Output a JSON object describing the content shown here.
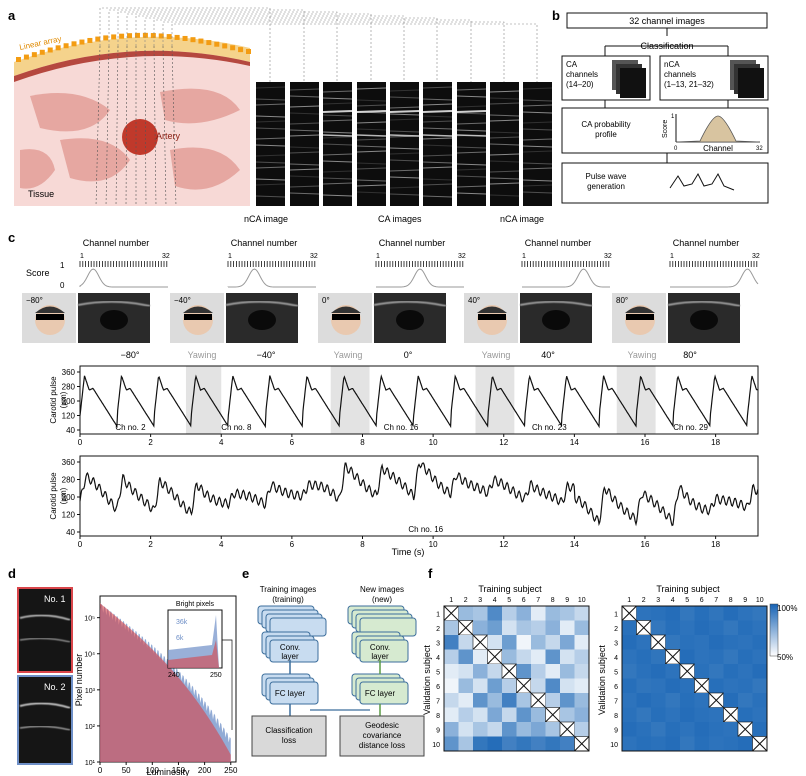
{
  "panel_letters": {
    "a": "a",
    "b": "b",
    "c": "c",
    "d": "d",
    "e": "e",
    "f": "f"
  },
  "panel_a": {
    "linear_array": "Linear array",
    "artery": "Artery",
    "tissue": "Tissue",
    "nca_left": "nCA image",
    "ca_images": "CA images",
    "nca_right": "nCA image"
  },
  "panel_b": {
    "top_box": "32 channel images",
    "classification": "Classification",
    "ca_channels": [
      "CA",
      "channels",
      "(14–20)"
    ],
    "nca_channels": [
      "nCA",
      "channels",
      "(1–13, 21–32)"
    ],
    "ca_prob": [
      "CA probability",
      "profile"
    ],
    "score_label": "Score",
    "ticks": {
      "x0": "0",
      "x1": "32",
      "y1": "1",
      "y0": "0"
    },
    "channel_label": "Channel",
    "pulse": [
      "Pulse wave",
      "generation"
    ]
  },
  "panel_c": {
    "channel_number": "Channel number",
    "ch_start": "1",
    "ch_end": "32",
    "score": "Score",
    "score_1": "1",
    "score_0": "0",
    "angles": [
      "−80°",
      "−40°",
      "0°",
      "40°",
      "80°"
    ],
    "yawing": "Yawing",
    "ylabel1": [
      "Carotid pulse",
      "(μm)"
    ],
    "ylabel2": [
      "Carotid pulse",
      "(μm)"
    ],
    "yticks1": [
      "360",
      "280",
      "200",
      "120",
      "40"
    ],
    "yticks2": [
      "360",
      "280",
      "200",
      "120",
      "40"
    ],
    "xticks": [
      "0",
      "2",
      "4",
      "6",
      "8",
      "10",
      "12",
      "14",
      "16",
      "18"
    ],
    "xlabel": "Time (s)",
    "ch_labels": [
      "Ch no. 2",
      "Ch no. 8",
      "Ch no. 16",
      "Ch no. 23",
      "Ch no. 29"
    ],
    "ch_label_single": "Ch no. 16"
  },
  "panel_d": {
    "no1": "No. 1",
    "no2": "No. 2",
    "ylabel": "Pixel number",
    "xlabel": "Luminosity",
    "xticks": [
      "0",
      "50",
      "100",
      "150",
      "200",
      "250"
    ],
    "yticks": [
      "10⁵",
      "10⁴",
      "10³",
      "10²",
      "10¹"
    ],
    "inset_title": "Bright pixels",
    "inset_a": "36k",
    "inset_b": "6k",
    "inset_x": [
      "240",
      "250"
    ]
  },
  "panel_e": {
    "train_title": [
      "Training images",
      "(training)"
    ],
    "new_title": [
      "New images",
      "(new)"
    ],
    "conv": [
      "Conv.",
      "layer"
    ],
    "fc": "FC layer",
    "cls_loss": [
      "Classification",
      "loss"
    ],
    "geo_loss": [
      "Geodesic",
      "covariance",
      "distance loss"
    ]
  },
  "panel_f": {
    "title": "Training subject",
    "ylabel": "Validation subject",
    "cols": [
      "1",
      "2",
      "3",
      "4",
      "5",
      "6",
      "7",
      "8",
      "9",
      "10"
    ],
    "colorbar_top": "100%",
    "colorbar_bottom": "50%",
    "matrix_left": [
      [
        null,
        0.55,
        0.5,
        0.8,
        0.45,
        0.6,
        0.3,
        0.55,
        0.5,
        0.4
      ],
      [
        0.5,
        null,
        0.6,
        0.7,
        0.35,
        0.5,
        0.45,
        0.6,
        0.3,
        0.55
      ],
      [
        0.85,
        0.4,
        null,
        0.35,
        0.7,
        0.25,
        0.55,
        0.4,
        0.65,
        0.3
      ],
      [
        0.45,
        0.75,
        0.3,
        null,
        0.55,
        0.4,
        0.3,
        0.75,
        0.35,
        0.45
      ],
      [
        0.3,
        0.35,
        0.6,
        0.4,
        null,
        0.75,
        0.45,
        0.3,
        0.55,
        0.4
      ],
      [
        0.25,
        0.55,
        0.35,
        0.7,
        0.45,
        null,
        0.4,
        0.8,
        0.35,
        0.3
      ],
      [
        0.4,
        0.3,
        0.75,
        0.55,
        0.85,
        0.5,
        null,
        0.45,
        0.75,
        0.55
      ],
      [
        0.3,
        0.45,
        0.35,
        0.65,
        0.4,
        0.75,
        0.55,
        null,
        0.5,
        0.6
      ],
      [
        0.6,
        0.35,
        0.5,
        0.4,
        0.75,
        0.55,
        0.65,
        0.5,
        null,
        0.45
      ],
      [
        0.75,
        0.5,
        0.9,
        0.95,
        0.85,
        0.9,
        0.85,
        0.9,
        0.85,
        null
      ]
    ],
    "matrix_right": [
      [
        null,
        0.92,
        0.93,
        0.95,
        0.9,
        0.94,
        0.91,
        0.95,
        0.92,
        0.9
      ],
      [
        0.93,
        null,
        0.9,
        0.94,
        0.92,
        0.95,
        0.93,
        0.9,
        0.94,
        0.92
      ],
      [
        0.95,
        0.92,
        null,
        0.9,
        0.93,
        0.92,
        0.95,
        0.93,
        0.92,
        0.94
      ],
      [
        0.92,
        0.94,
        0.91,
        null,
        0.95,
        0.92,
        0.93,
        0.9,
        0.94,
        0.92
      ],
      [
        0.9,
        0.93,
        0.95,
        0.92,
        null,
        0.93,
        0.9,
        0.94,
        0.92,
        0.95
      ],
      [
        0.94,
        0.91,
        0.92,
        0.95,
        0.93,
        null,
        0.94,
        0.92,
        0.93,
        0.9
      ],
      [
        0.92,
        0.95,
        0.93,
        0.9,
        0.94,
        0.92,
        null,
        0.95,
        0.9,
        0.93
      ],
      [
        0.93,
        0.9,
        0.94,
        0.92,
        0.95,
        0.93,
        0.92,
        null,
        0.94,
        0.92
      ],
      [
        0.95,
        0.93,
        0.9,
        0.94,
        0.92,
        0.95,
        0.93,
        0.92,
        null,
        0.94
      ],
      [
        0.92,
        0.94,
        0.93,
        0.95,
        0.9,
        0.94,
        0.92,
        0.93,
        0.95,
        null
      ]
    ]
  },
  "colors": {
    "grey_band": "#e3e3e3",
    "skin_top": "#f5d38c",
    "tissue": "#f7d9d6",
    "organ": "#e6a7a1",
    "artery": "#c0392b",
    "array": "#f39c12",
    "heat_dark": "#1663b4",
    "train_box": "#c8dcf0",
    "new_box": "#d6ead0",
    "loss_box": "#d9d9d9",
    "hist_red": "#d9454a",
    "hist_blue": "#6e8fc7"
  }
}
